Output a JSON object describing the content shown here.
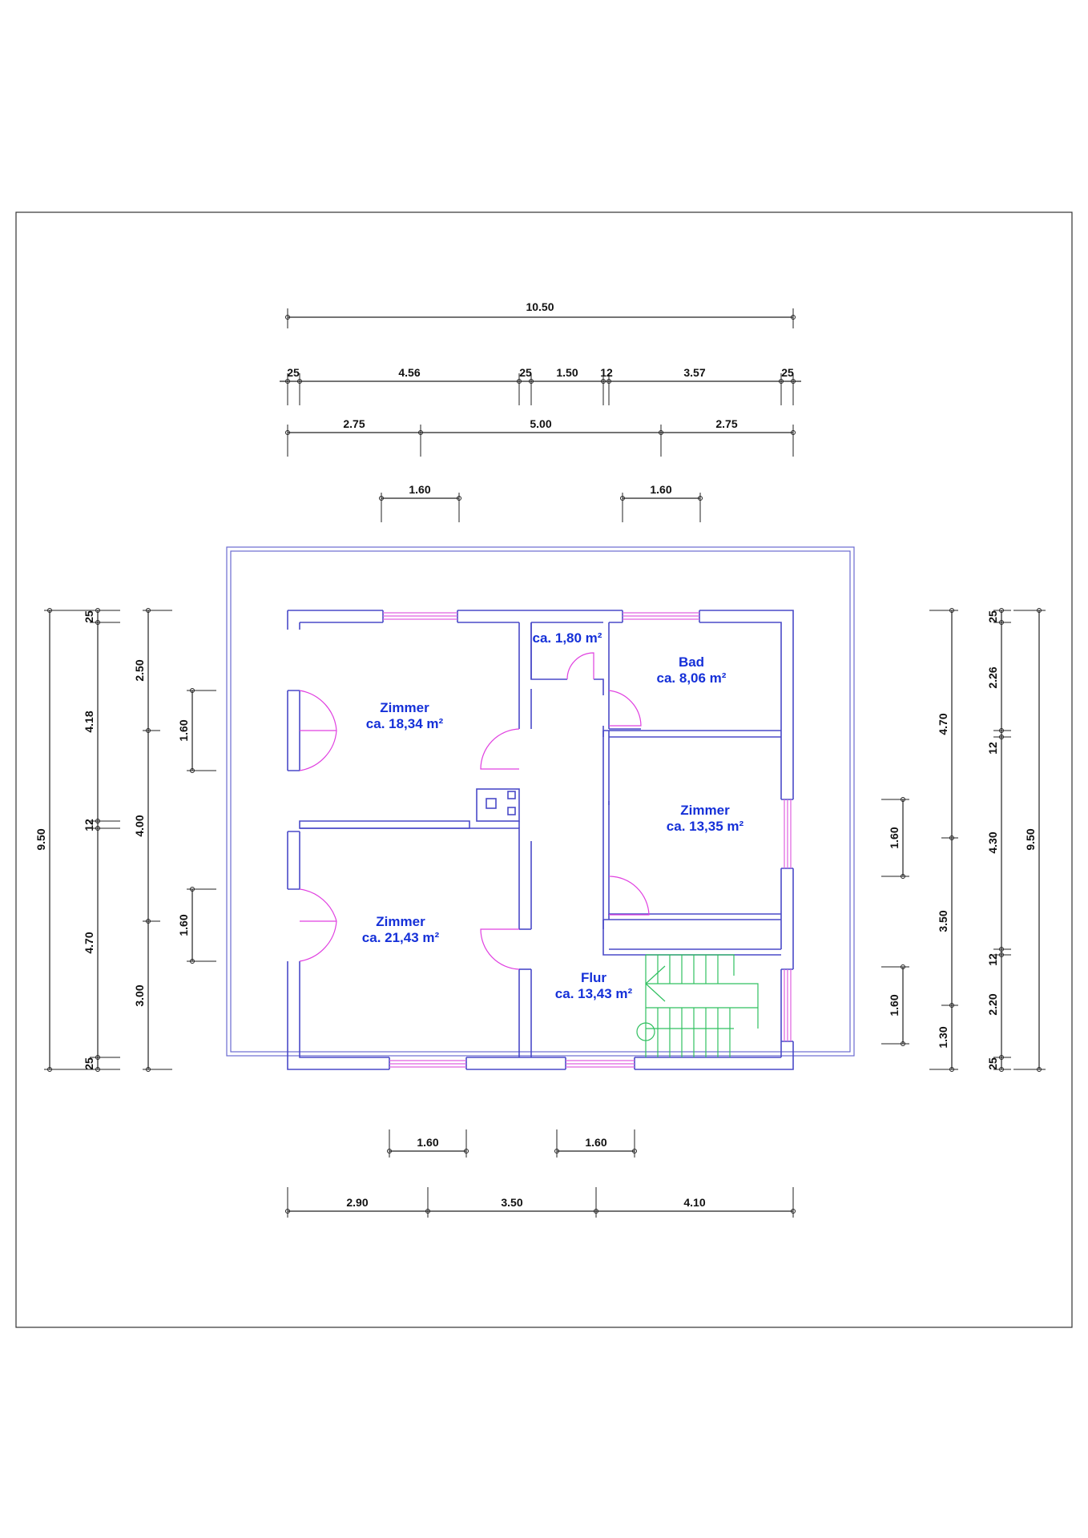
{
  "colors": {
    "wall": "#4a4ac8",
    "window": "#e060e0",
    "door": "#e040e0",
    "stair": "#30c060",
    "room_text": "#1530d8",
    "dimension": "#222222"
  },
  "rooms": {
    "small": {
      "area": "ca. 1,80 m²"
    },
    "bad": {
      "name": "Bad",
      "area": "ca. 8,06 m²"
    },
    "zimmer1": {
      "name": "Zimmer",
      "area": "ca. 18,34 m²"
    },
    "zimmer2": {
      "name": "Zimmer",
      "area": "ca. 13,35 m²"
    },
    "zimmer3": {
      "name": "Zimmer",
      "area": "ca. 21,43 m²"
    },
    "flur": {
      "name": "Flur",
      "area": "ca. 13,43 m²"
    }
  },
  "dimensions": {
    "top_total": "10.50",
    "top_detail": [
      "25",
      "4.56",
      "25",
      "1.50",
      "12",
      "3.57",
      "25"
    ],
    "top_axes": [
      "2.75",
      "5.00",
      "2.75"
    ],
    "top_windows": [
      "1.60",
      "1.60"
    ],
    "bottom_windows": [
      "1.60",
      "1.60"
    ],
    "bottom_axes": [
      "2.90",
      "3.50",
      "4.10"
    ],
    "left_total": "9.50",
    "left_detail": [
      "25",
      "4.18",
      "12",
      "4.70",
      "25"
    ],
    "left_axes": [
      "2.50",
      "4.00",
      "3.00"
    ],
    "left_windows": [
      "1.60",
      "1.60"
    ],
    "right_total": "9.50",
    "right_detail": [
      "25",
      "2.26",
      "12",
      "4.30",
      "12",
      "2.20",
      "25"
    ],
    "right_axes": [
      "4.70",
      "3.50",
      "1.30"
    ],
    "right_windows": [
      "1.60",
      "1.60"
    ]
  }
}
